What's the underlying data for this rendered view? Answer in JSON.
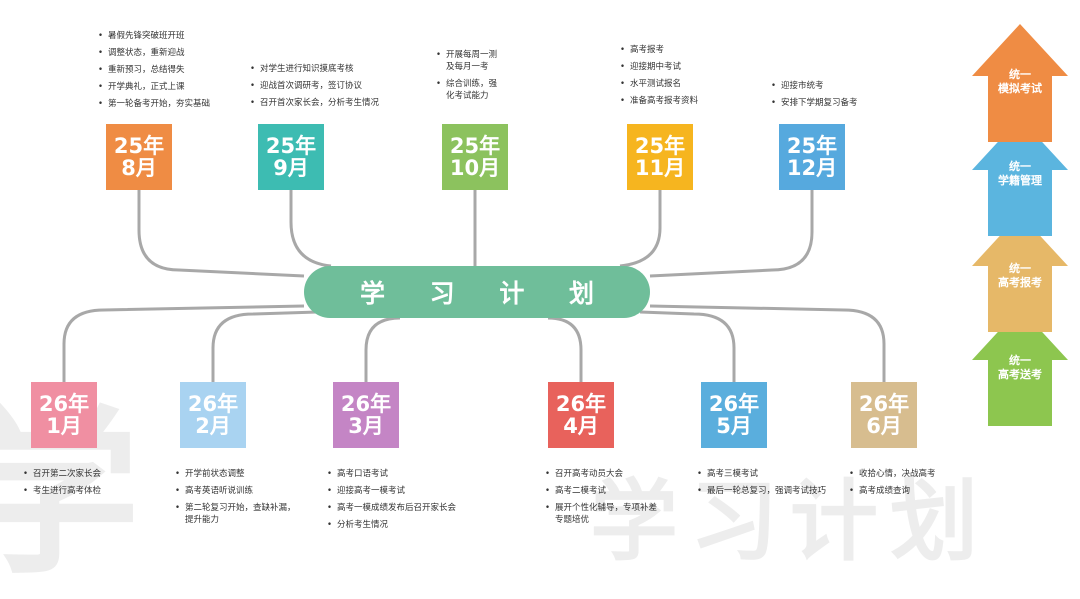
{
  "center_title": "学 习 计 划",
  "top_months": [
    {
      "year": "25年",
      "month": "8月",
      "color": "#ef8c44",
      "notes": [
        "暑假先锋突破班开班",
        "调整状态，重新迎战",
        "重新预习，总结得失",
        "开学典礼，正式上课",
        "第一轮备考开始，夯实基础"
      ]
    },
    {
      "year": "25年",
      "month": "9月",
      "color": "#3dbcb2",
      "notes": [
        "对学生进行知识摸底考核",
        "迎战首次调研考，签订协议",
        "召开首次家长会，分析考生情况"
      ]
    },
    {
      "year": "25年",
      "month": "10月",
      "color": "#8cc25e",
      "notes": [
        "开展每周一测\n及每月一考",
        "综合训练，强\n化考试能力"
      ]
    },
    {
      "year": "25年",
      "month": "11月",
      "color": "#f6b51f",
      "notes": [
        "高考报考",
        "迎接期中考试",
        "水平测试报名",
        "准备高考报考资料"
      ]
    },
    {
      "year": "25年",
      "month": "12月",
      "color": "#56a9de",
      "notes": [
        "迎接市统考",
        "安排下学期复习备考"
      ]
    }
  ],
  "bottom_months": [
    {
      "year": "26年",
      "month": "1月",
      "color": "#f08fa2",
      "notes": [
        "召开第二次家长会",
        "考生进行高考体检"
      ]
    },
    {
      "year": "26年",
      "month": "2月",
      "color": "#a9d3f1",
      "notes": [
        "开学前状态调整",
        "高考英语听说训练",
        "第二轮复习开始，查缺补漏，\n提升能力"
      ]
    },
    {
      "year": "26年",
      "month": "3月",
      "color": "#c485c5",
      "notes": [
        "高考口语考试",
        "迎接高考一模考试",
        "高考一模成绩发布后召开家长会",
        "分析考生情况"
      ]
    },
    {
      "year": "26年",
      "month": "4月",
      "color": "#e8625c",
      "notes": [
        "召开高考动员大会",
        "高考二模考试",
        "展开个性化辅导，专项补差\n专题培优"
      ]
    },
    {
      "year": "26年",
      "month": "5月",
      "color": "#5aaedd",
      "notes": [
        "高考三模考试",
        "最后一轮总复习，强调考试技巧"
      ]
    },
    {
      "year": "26年",
      "month": "6月",
      "color": "#d7bd8f",
      "notes": [
        "收拾心情，决战高考",
        "高考成绩查询"
      ]
    }
  ],
  "arrows": [
    {
      "line1": "统一",
      "line2": "模拟考试",
      "color": "#ef8c44"
    },
    {
      "line1": "统一",
      "line2": "学籍管理",
      "color": "#5bb5df"
    },
    {
      "line1": "统一",
      "line2": "高考报考",
      "color": "#e6b868"
    },
    {
      "line1": "统一",
      "line2": "高考送考",
      "color": "#8dc64f"
    }
  ],
  "watermark": {
    "left": "学",
    "right": "学习计划"
  }
}
